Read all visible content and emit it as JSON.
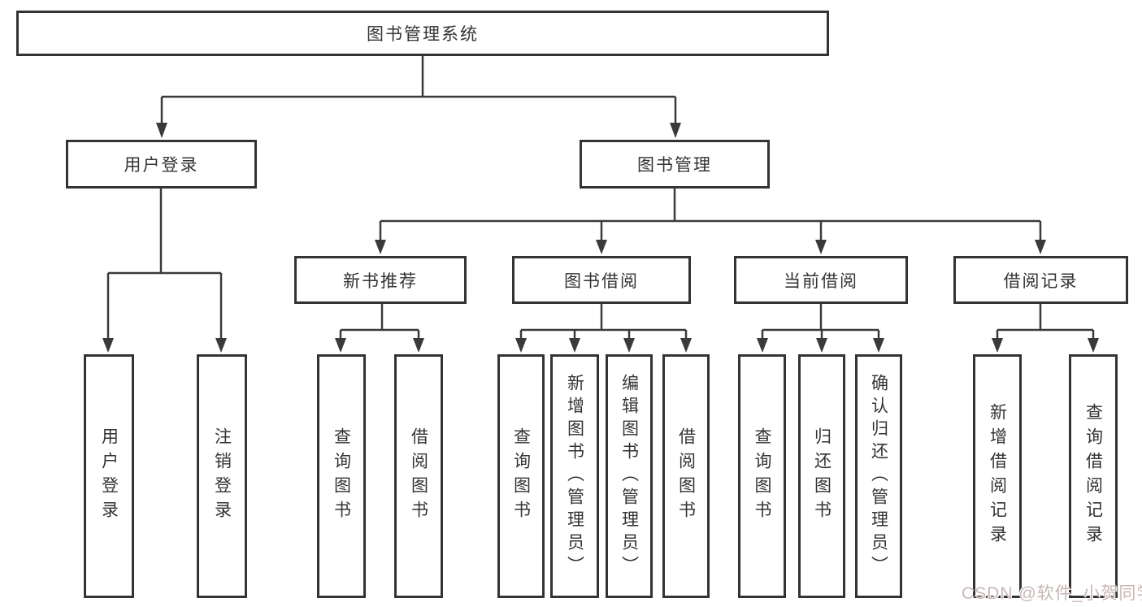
{
  "colors": {
    "line": "#3a3a3a",
    "box_border": "#333333",
    "text": "#333333",
    "background": "#ffffff",
    "watermark": "#c9b6b6"
  },
  "watermark": {
    "text": "CSDN @软件_小贺同学"
  },
  "tree": {
    "label": "图书管理系统",
    "children": [
      {
        "label": "用户登录",
        "children": [
          {
            "label": "用户登录"
          },
          {
            "label": "注销登录"
          }
        ]
      },
      {
        "label": "图书管理",
        "children": [
          {
            "label": "新书推荐",
            "children": [
              {
                "label": "查询图书"
              },
              {
                "label": "借阅图书"
              }
            ]
          },
          {
            "label": "图书借阅",
            "children": [
              {
                "label": "查询图书"
              },
              {
                "label": "新增图书（管理员）"
              },
              {
                "label": "编辑图书（管理员）"
              },
              {
                "label": "借阅图书"
              }
            ]
          },
          {
            "label": "当前借阅",
            "children": [
              {
                "label": "查询图书"
              },
              {
                "label": "归还图书"
              },
              {
                "label": "确认归还（管理员）"
              }
            ]
          },
          {
            "label": "借阅记录",
            "children": [
              {
                "label": "新增借阅记录"
              },
              {
                "label": "查询借阅记录"
              }
            ]
          }
        ]
      }
    ]
  }
}
